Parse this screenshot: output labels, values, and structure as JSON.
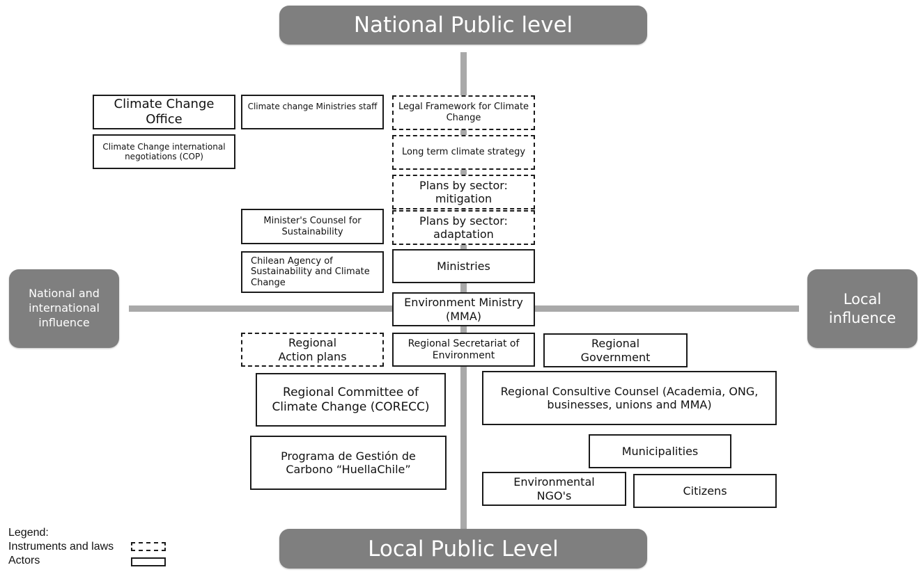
{
  "headers": {
    "top": "National Public level",
    "bottom": "Local Public Level",
    "left": "National and international influence",
    "right": "Local influence"
  },
  "instruments": {
    "legal_framework": "Legal Framework for Climate Change",
    "long_term_strategy": "Long term climate strategy",
    "plans_mitigation": "Plans by sector: mitigation",
    "plans_adaptation": "Plans by sector: adaptation",
    "regional_action_plans": "Regional Action plans"
  },
  "actors": {
    "climate_change_office": "Climate Change Office",
    "cop": "Climate Change international negotiations (COP)",
    "ministries_staff": "Climate change Ministries staff",
    "ministers_counsel": "Minister's Counsel for Sustainability",
    "chilean_agency": "Chilean Agency of Sustainability and Climate Change",
    "ministries": "Ministries",
    "environment_ministry": "Environment Ministry (MMA)",
    "regional_secretariat": "Regional Secretariat of Environment",
    "regional_government": "Regional Government",
    "corecc": "Regional Committee of Climate Change (CORECC)",
    "regional_consultive": "Regional Consultive Counsel (Academia, ONG, businesses, unions and MMA)",
    "huellachile": "Programa de Gestión de Carbono “HuellaChile”",
    "municipalities": "Municipalities",
    "environmental_ngos": "Environmental NGO's",
    "citizens": "Citizens"
  },
  "legend": {
    "title": "Legend:",
    "instruments": "Instruments and laws",
    "actors": "Actors"
  }
}
